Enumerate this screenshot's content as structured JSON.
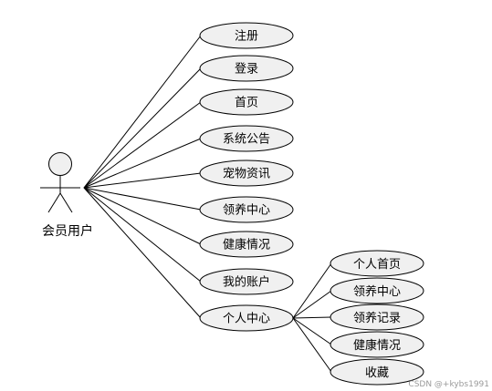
{
  "actor": {
    "label": "会员用户",
    "icon": "stick-figure-actor-icon"
  },
  "use_cases": [
    {
      "label": "注册"
    },
    {
      "label": "登录"
    },
    {
      "label": "首页"
    },
    {
      "label": "系统公告"
    },
    {
      "label": "宠物资讯"
    },
    {
      "label": "领养中心"
    },
    {
      "label": "健康情况"
    },
    {
      "label": "我的账户"
    },
    {
      "label": "个人中心"
    }
  ],
  "sub_use_cases": [
    {
      "label": "个人首页"
    },
    {
      "label": "领养中心"
    },
    {
      "label": "领养记录"
    },
    {
      "label": "健康情况"
    },
    {
      "label": "收藏"
    }
  ],
  "watermark": "CSDN @+kybs1991"
}
